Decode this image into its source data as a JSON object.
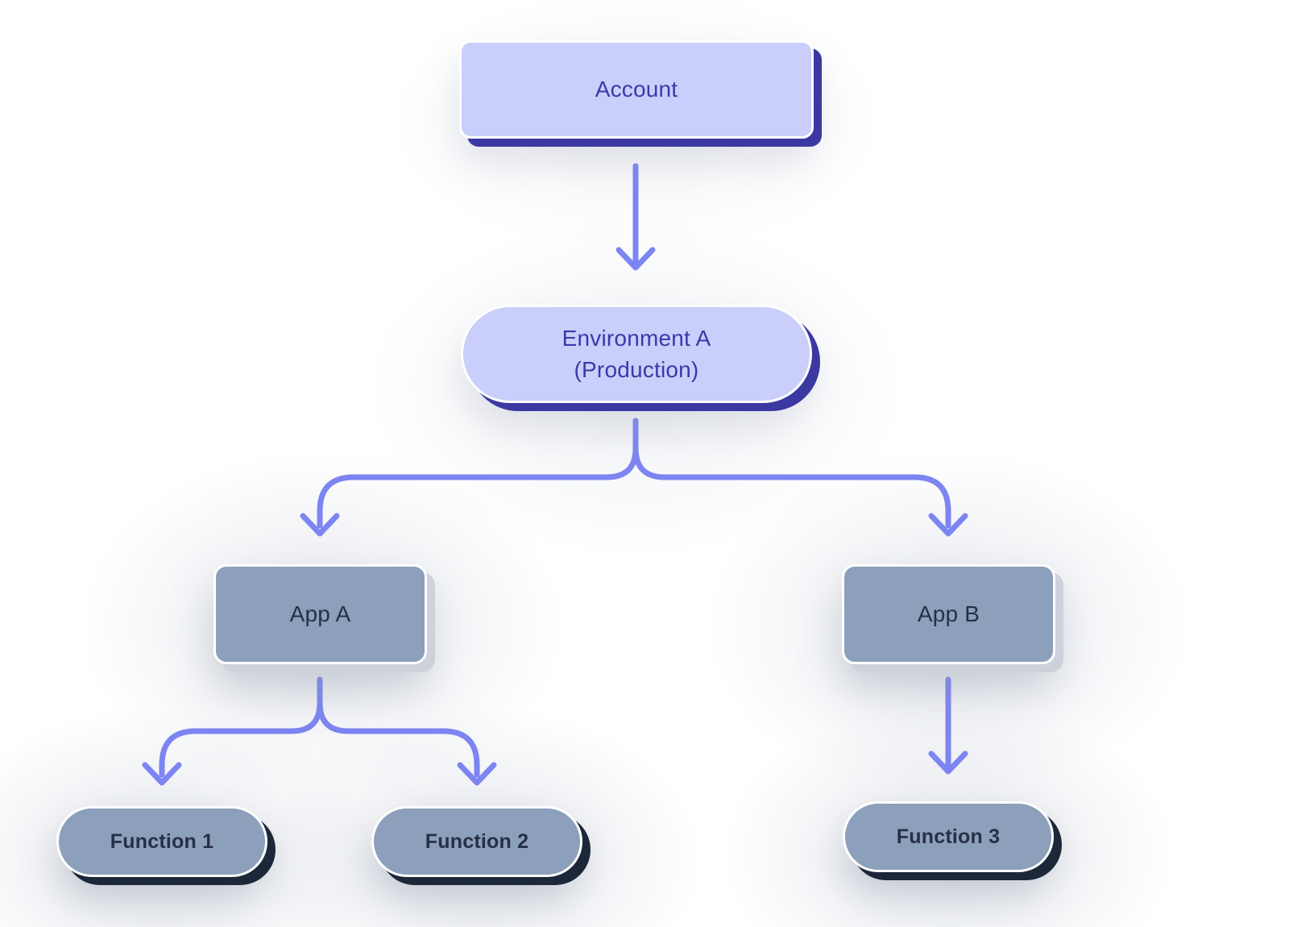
{
  "diagram": {
    "type": "hierarchy-tree",
    "nodes": {
      "account": {
        "label": "Account",
        "shape": "rounded-box",
        "variant": "indigo"
      },
      "environment": {
        "label_line1": "Environment A",
        "label_line2": "(Production)",
        "shape": "pill",
        "variant": "indigo"
      },
      "app_a": {
        "label": "App A",
        "shape": "rounded-box",
        "variant": "slate"
      },
      "app_b": {
        "label": "App B",
        "shape": "rounded-box",
        "variant": "slate"
      },
      "function_1": {
        "label": "Function 1",
        "shape": "pill",
        "variant": "slate-dark-shadow"
      },
      "function_2": {
        "label": "Function 2",
        "shape": "pill",
        "variant": "slate-dark-shadow"
      },
      "function_3": {
        "label": "Function 3",
        "shape": "pill",
        "variant": "slate-dark-shadow"
      }
    },
    "edges": [
      {
        "from": "account",
        "to": "environment",
        "style": "straight-arrow"
      },
      {
        "from": "environment",
        "to": "app_a",
        "style": "branch-arrow"
      },
      {
        "from": "environment",
        "to": "app_b",
        "style": "branch-arrow"
      },
      {
        "from": "app_a",
        "to": "function_1",
        "style": "branch-arrow"
      },
      {
        "from": "app_a",
        "to": "function_2",
        "style": "branch-arrow"
      },
      {
        "from": "app_b",
        "to": "function_3",
        "style": "straight-arrow"
      }
    ]
  },
  "colors": {
    "node_fill_indigo": "#c9cffa",
    "node_shadow_indigo": "#3b38a1",
    "node_text_indigo": "#3c38a8",
    "node_fill_slate": "#8c9fbb",
    "node_shadow_slate": "#cdd2da",
    "node_text_slate": "#263146",
    "function_shadow": "#1c2839",
    "arrow_color": "#7c85f1",
    "canvas_bg": "#ffffff"
  }
}
